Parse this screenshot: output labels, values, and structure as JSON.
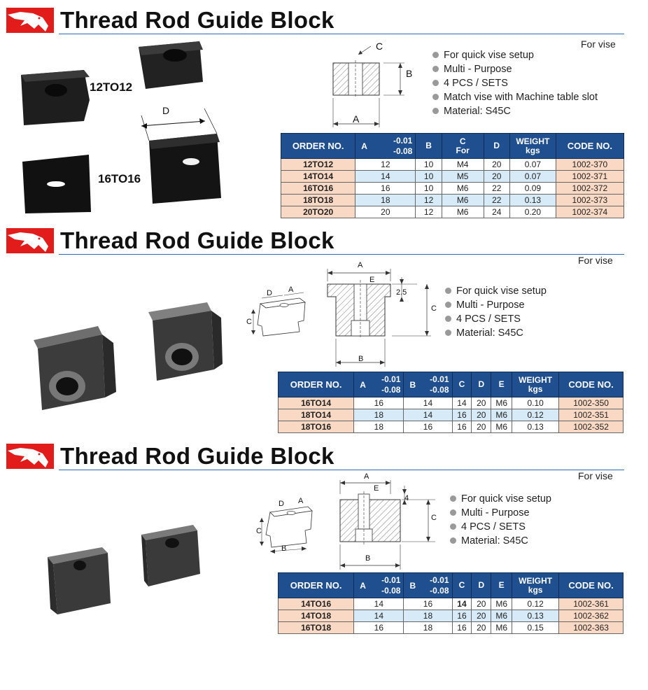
{
  "sections": [
    {
      "title": "Thread Rod Guide Block",
      "for_vise": "For vise",
      "features": [
        "For quick vise setup",
        "Multi - Purpose",
        "4 PCS / SETS",
        "Match vise with Machine table slot",
        "Material: S45C"
      ],
      "photo_labels": [
        "12TO12",
        "16TO16"
      ],
      "dim_labels": [
        "D",
        "C",
        "B",
        "A"
      ],
      "headers": {
        "order": "ORDER NO.",
        "a": "A",
        "a_tol1": "-0.01",
        "a_tol2": "-0.08",
        "b": "B",
        "c1": "C",
        "c2": "For",
        "d": "D",
        "w1": "WEIGHT",
        "w2": "kgs",
        "code": "CODE NO."
      },
      "rows": [
        [
          "12TO12",
          "12",
          "10",
          "M4",
          "20",
          "0.07",
          "1002-370"
        ],
        [
          "14TO14",
          "14",
          "10",
          "M5",
          "20",
          "0.07",
          "1002-371"
        ],
        [
          "16TO16",
          "16",
          "10",
          "M6",
          "22",
          "0.09",
          "1002-372"
        ],
        [
          "18TO18",
          "18",
          "12",
          "M6",
          "22",
          "0.13",
          "1002-373"
        ],
        [
          "20TO20",
          "20",
          "12",
          "M6",
          "24",
          "0.20",
          "1002-374"
        ]
      ]
    },
    {
      "title": "Thread Rod  Guide Block",
      "for_vise": "For vise",
      "features": [
        "For quick vise setup",
        "Multi - Purpose",
        "4 PCS / SETS",
        "Material: S45C"
      ],
      "dim_labels": [
        "A",
        "E",
        "2.5",
        "C",
        "B",
        "D",
        "A",
        "C"
      ],
      "headers": {
        "order": "ORDER NO.",
        "a": "A",
        "a_tol1": "-0.01",
        "a_tol2": "-0.08",
        "b": "B",
        "b_tol1": "-0.01",
        "b_tol2": "-0.08",
        "c": "C",
        "d": "D",
        "e": "E",
        "w1": "WEIGHT",
        "w2": "kgs",
        "code": "CODE NO."
      },
      "rows": [
        [
          "16TO14",
          "16",
          "14",
          "14",
          "20",
          "M6",
          "0.10",
          "1002-350"
        ],
        [
          "18TO14",
          "18",
          "14",
          "16",
          "20",
          "M6",
          "0.12",
          "1002-351"
        ],
        [
          "18TO16",
          "18",
          "16",
          "16",
          "20",
          "M6",
          "0.13",
          "1002-352"
        ]
      ]
    },
    {
      "title": "Thread Rod  Guide Block",
      "for_vise": "For vise",
      "features": [
        "For quick vise setup",
        "Multi - Purpose",
        "4 PCS / SETS",
        "Material: S45C"
      ],
      "dim_labels": [
        "A",
        "E",
        "4",
        "C",
        "B",
        "D",
        "A",
        "C",
        "B"
      ],
      "headers": {
        "order": "ORDER NO.",
        "a": "A",
        "a_tol1": "-0.01",
        "a_tol2": "-0.08",
        "b": "B",
        "b_tol1": "-0.01",
        "b_tol2": "-0.08",
        "c": "C",
        "d": "D",
        "e": "E",
        "w1": "WEIGHT",
        "w2": "kgs",
        "code": "CODE NO."
      },
      "rows": [
        [
          "14TO16",
          "14",
          "16",
          "14",
          "20",
          "M6",
          "0.12",
          "1002-361"
        ],
        [
          "14TO18",
          "14",
          "18",
          "16",
          "20",
          "M6",
          "0.13",
          "1002-362"
        ],
        [
          "16TO18",
          "16",
          "18",
          "16",
          "20",
          "M6",
          "0.15",
          "1002-363"
        ]
      ]
    }
  ],
  "colors": {
    "logo_red": "#e21b1b",
    "header_blue": "#1f4f8f",
    "order_peach": "#f9d9c4",
    "row_blue": "#d7eaf7",
    "rule_blue": "#2a6ab8"
  }
}
